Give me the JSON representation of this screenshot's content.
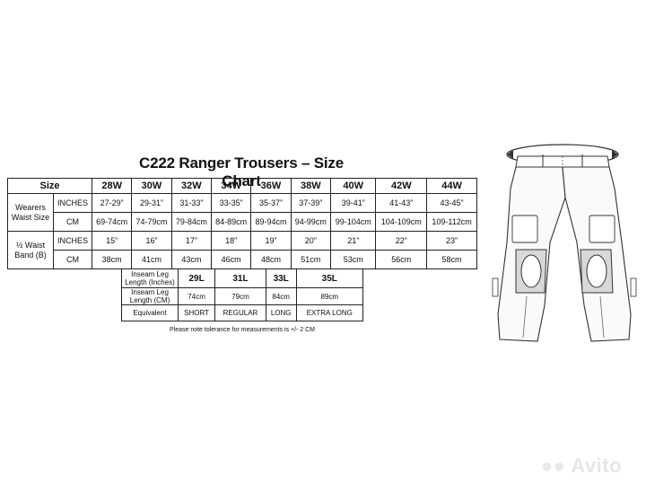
{
  "title": "C222 Ranger Trousers – Size Chart",
  "size_table": {
    "header_label": "Size",
    "sizes": [
      "28W",
      "30W",
      "32W",
      "34W",
      "36W",
      "38W",
      "40W",
      "42W",
      "44W"
    ],
    "groups": [
      {
        "label": "Wearers Waist Size",
        "rows": [
          {
            "unit": "INCHES",
            "values": [
              "27-29”",
              "29-31”",
              "31-33”",
              "33-35”",
              "35-37”",
              "37-39”",
              "39-41”",
              "41-43”",
              "43-45”"
            ]
          },
          {
            "unit": "CM",
            "values": [
              "69-74cm",
              "74-79cm",
              "79-84cm",
              "84-89cm",
              "89-94cm",
              "94-99cm",
              "99-104cm",
              "104-109cm",
              "109-112cm"
            ]
          }
        ]
      },
      {
        "label": "½ Waist Band (B)",
        "rows": [
          {
            "unit": "INCHES",
            "values": [
              "15”",
              "16”",
              "17”",
              "18”",
              "19”",
              "20”",
              "21”",
              "22”",
              "23”"
            ]
          },
          {
            "unit": "CM",
            "values": [
              "38cm",
              "41cm",
              "43cm",
              "46cm",
              "48cm",
              "51cm",
              "53cm",
              "56cm",
              "58cm"
            ]
          }
        ]
      }
    ]
  },
  "inseam_table": {
    "header_label": "Inseam Leg Length (Inches)",
    "lengths": [
      "29L",
      "31L",
      "33L",
      "35L"
    ],
    "rows": [
      {
        "label": "Inseam Leg Length (CM)",
        "values": [
          "74cm",
          "79cm",
          "84cm",
          "89cm"
        ]
      },
      {
        "label": "Equivalent",
        "values": [
          "SHORT",
          "REGULAR",
          "LONG",
          "EXTRA LONG"
        ]
      }
    ]
  },
  "note": "Please note tolerance for measurements is +/- 2 CM",
  "watermark": {
    "text": "Avito"
  },
  "icons": {
    "drawing": "trousers-technical-drawing",
    "watermark": "avito-logo"
  }
}
